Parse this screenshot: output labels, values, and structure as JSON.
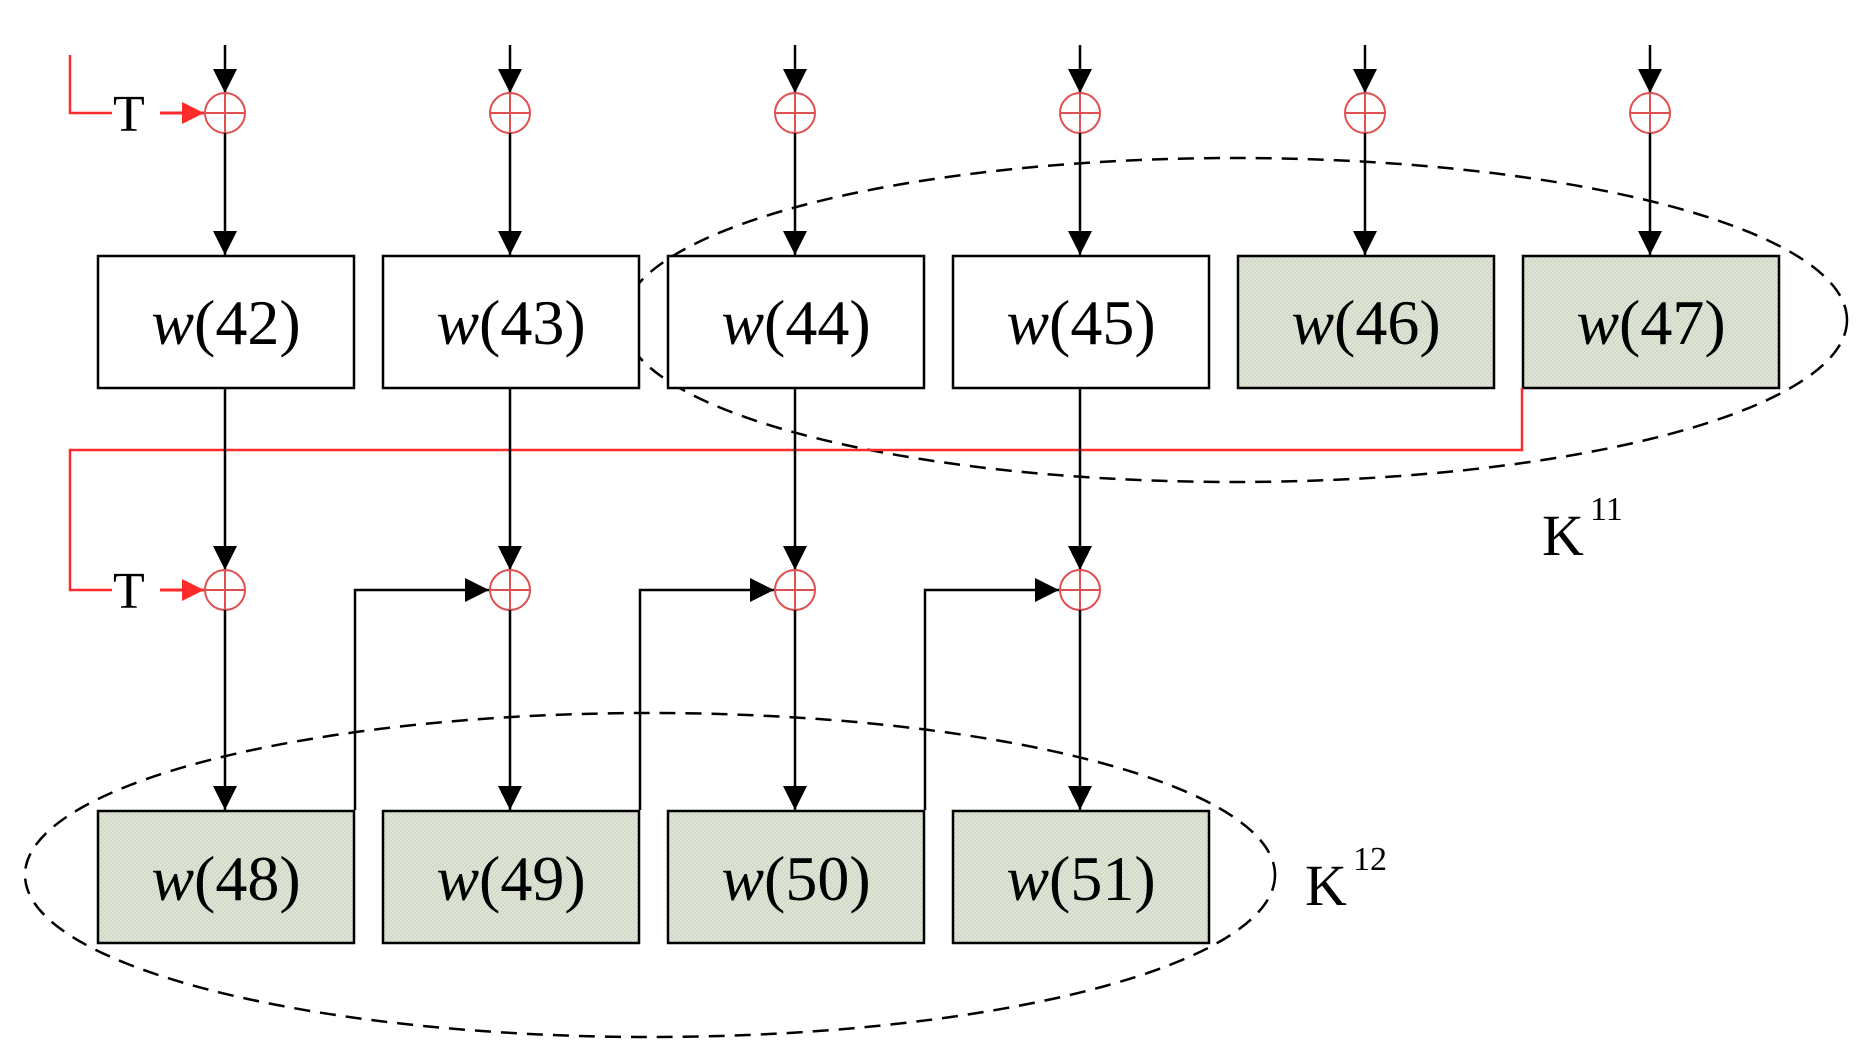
{
  "diagram": {
    "top_row_words": [
      {
        "var": "w",
        "index": "(42)",
        "shaded": false
      },
      {
        "var": "w",
        "index": "(43)",
        "shaded": false
      },
      {
        "var": "w",
        "index": "(44)",
        "shaded": false
      },
      {
        "var": "w",
        "index": "(45)",
        "shaded": false
      },
      {
        "var": "w",
        "index": "(46)",
        "shaded": true
      },
      {
        "var": "w",
        "index": "(47)",
        "shaded": true
      }
    ],
    "bottom_row_words": [
      {
        "var": "w",
        "index": "(48)",
        "shaded": true
      },
      {
        "var": "w",
        "index": "(49)",
        "shaded": true
      },
      {
        "var": "w",
        "index": "(50)",
        "shaded": true
      },
      {
        "var": "w",
        "index": "(51)",
        "shaded": true
      }
    ],
    "transform_label_top": "T",
    "transform_label_bottom": "T",
    "group_k11": {
      "base": "K",
      "sup": "11"
    },
    "group_k12": {
      "base": "K",
      "sup": "12"
    },
    "colors": {
      "box_shaded_fill": "#dfe5d6",
      "xor_color": "#e05050",
      "feedback_line": "#ff2a2a",
      "line": "#000000"
    }
  }
}
